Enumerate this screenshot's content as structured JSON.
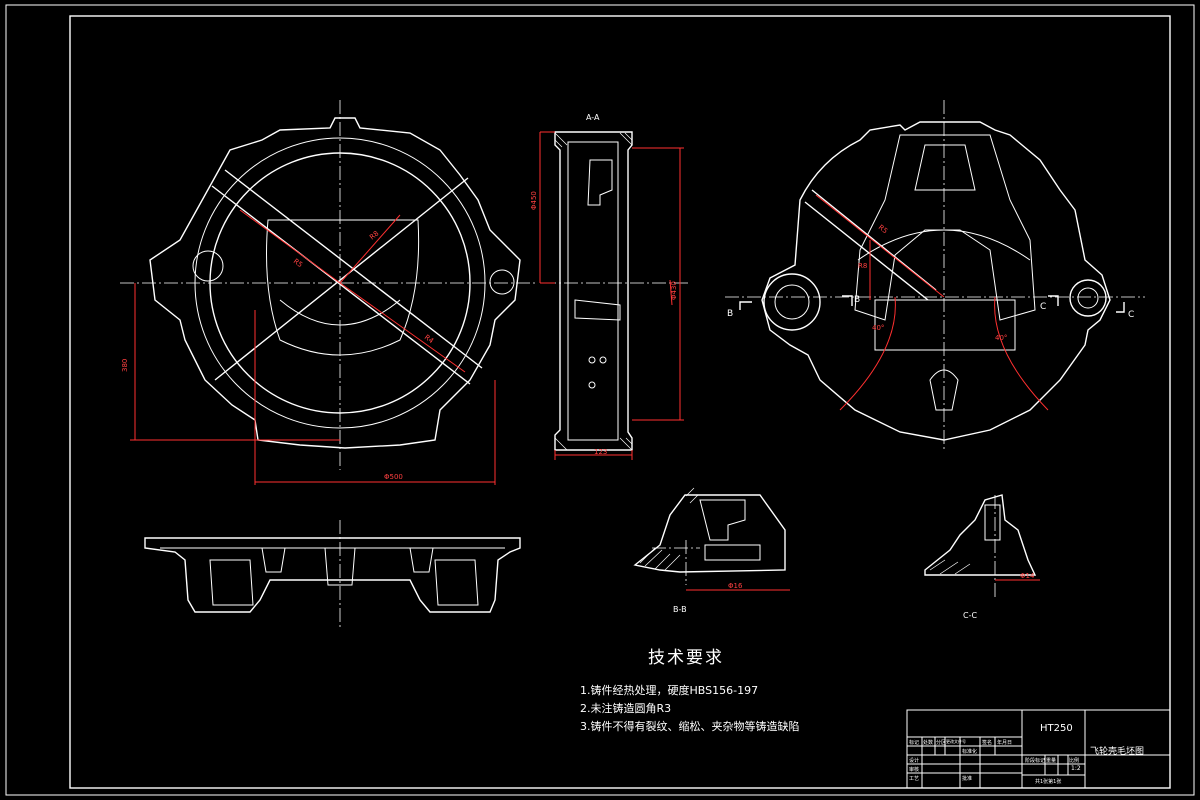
{
  "colors": {
    "background": "#000000",
    "line": "#ffffff",
    "dimension": "#ff3030"
  },
  "section_labels": {
    "a_a": "A-A",
    "b_b": "B-B",
    "c_c": "C-C"
  },
  "view_markers": {
    "b_left": "B",
    "b_right": "B",
    "c_left": "C",
    "c_right": "C"
  },
  "dimensions": {
    "front_width": "Φ500",
    "front_height": "380",
    "front_diag_1": "R5",
    "front_diag_2": "R8",
    "front_diag_3": "R4",
    "side_height": "Φ430",
    "side_width": "123",
    "side_top": "Φ450",
    "rear_diag": "R5",
    "rear_r": "R8",
    "angle_left": "40°",
    "angle_right": "40°",
    "bb_dim": "Φ16",
    "cc_dim": "Φ14"
  },
  "notes": {
    "title": "技术要求",
    "items": [
      "1.铸件经热处理，硬度HBS156-197",
      "2.未注铸造圆角R3",
      "3.铸件不得有裂纹、缩松、夹杂物等铸造缺陷"
    ]
  },
  "title_block": {
    "material": "HT250",
    "drawing_title": "飞轮壳毛坯图",
    "scale": "1:2",
    "sheet": "共1张第1张",
    "row_labels": [
      "标记",
      "设计",
      "审核",
      "工艺"
    ],
    "header_cells": [
      "处数",
      "分区",
      "更改文件号",
      "签名",
      "年月日"
    ],
    "stage_label": "阶段标记",
    "weight_label": "重量",
    "ratio_label": "比例",
    "standard_label": "标准化",
    "approve_label": "批准"
  }
}
